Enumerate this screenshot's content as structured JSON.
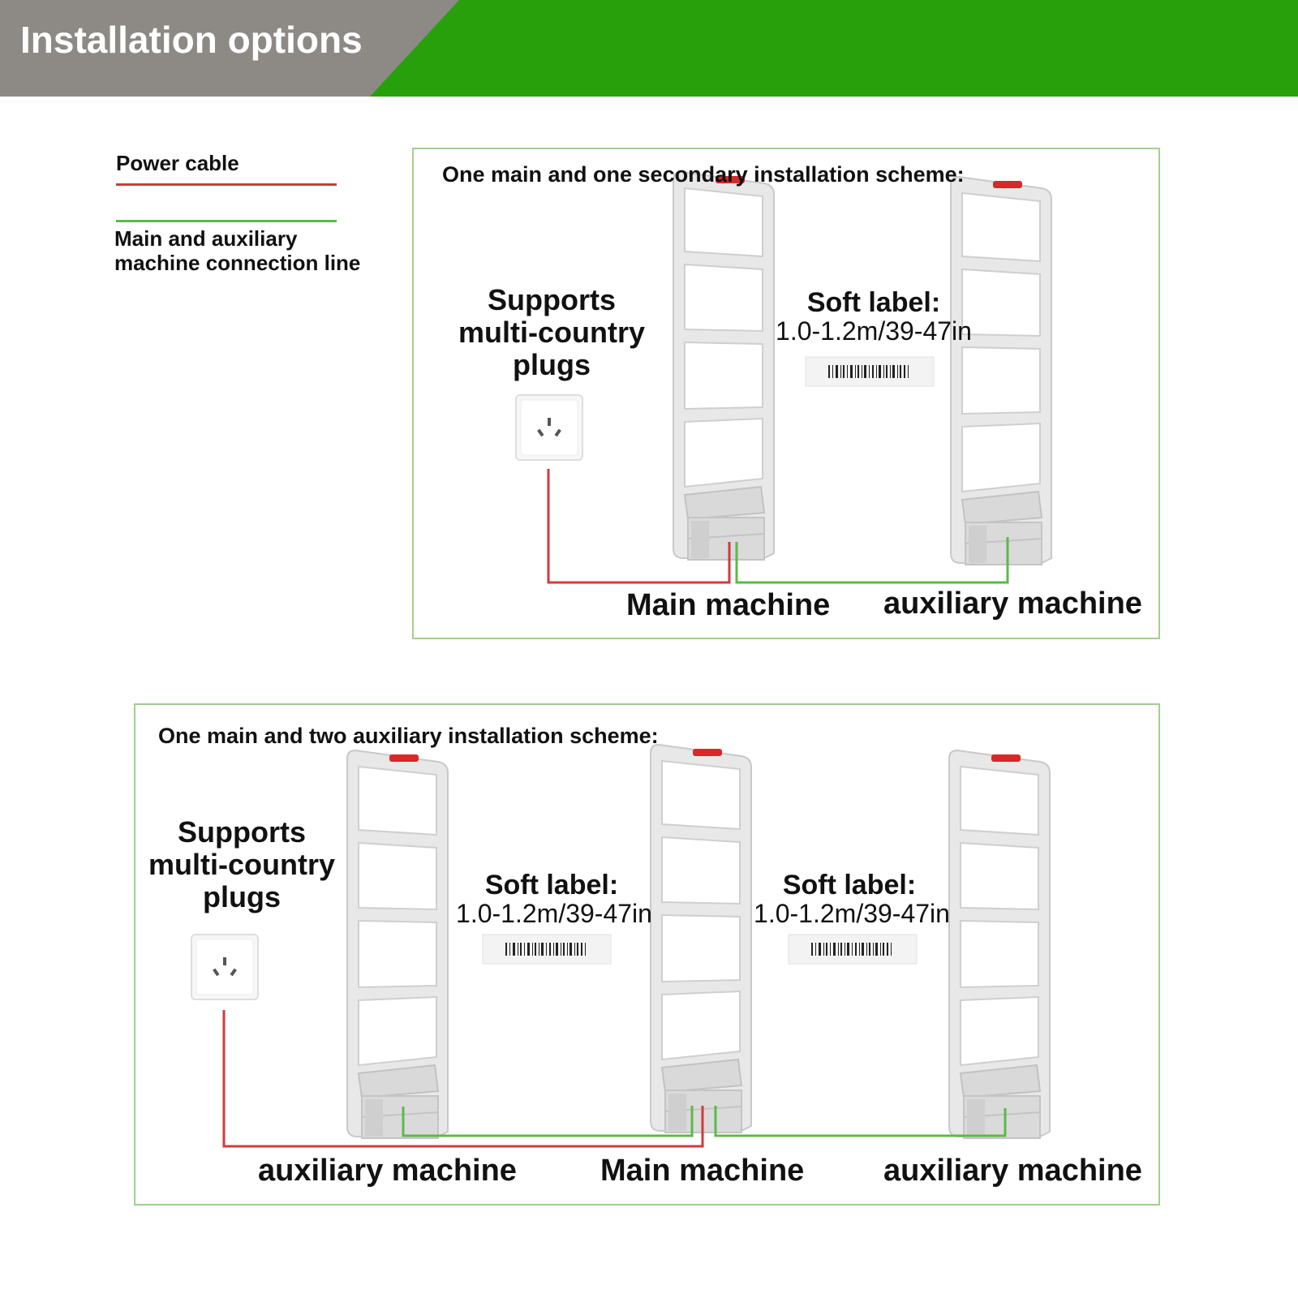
{
  "header": {
    "title": "Installation options"
  },
  "legend": {
    "power_cable": "Power cable",
    "connection_line_1": "Main and auxiliary",
    "connection_line_2": "machine connection line"
  },
  "scheme_one": {
    "title": "One main and one secondary installation scheme:",
    "plugs_1": "Supports",
    "plugs_2": "multi-country",
    "plugs_3": "plugs",
    "soft_label_title": "Soft label:",
    "soft_label_range": "1.0-1.2m/39-47in",
    "main_label": "Main machine",
    "aux_label": "auxiliary machine"
  },
  "scheme_two": {
    "title": "One main and two auxiliary installation scheme:",
    "plugs_1": "Supports",
    "plugs_2": "multi-country",
    "plugs_3": "plugs",
    "soft_label_left_title": "Soft label:",
    "soft_label_left_range": "1.0-1.2m/39-47in",
    "soft_label_right_title": "Soft label:",
    "soft_label_right_range": "1.0-1.2m/39-47in",
    "aux_left_label": "auxiliary machine",
    "main_label": "Main machine",
    "aux_right_label": "auxiliary machine"
  },
  "colors": {
    "header_gray": "#8d8a86",
    "header_green": "#27a00b",
    "power_cable": "#d33a3a",
    "connection_line": "#5cb94a",
    "panel_border": "#9fd08f",
    "antenna_body": "#e6e6e6",
    "alarm_light": "#d8282a"
  }
}
